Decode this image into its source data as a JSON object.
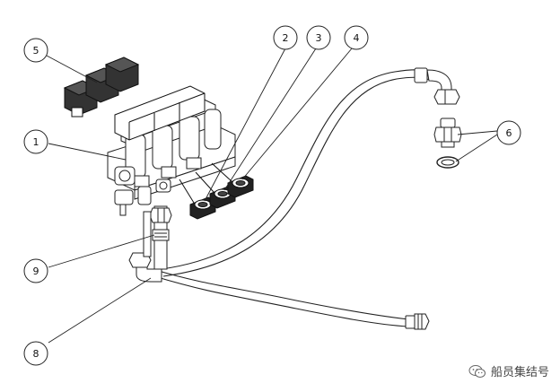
{
  "callouts": [
    {
      "id": "c5",
      "label": "5"
    },
    {
      "id": "c1",
      "label": "1"
    },
    {
      "id": "c2",
      "label": "2"
    },
    {
      "id": "c3",
      "label": "3"
    },
    {
      "id": "c4",
      "label": "4"
    },
    {
      "id": "c6",
      "label": "6"
    },
    {
      "id": "c9",
      "label": "9"
    },
    {
      "id": "c8",
      "label": "8"
    }
  ],
  "watermark": {
    "text": "船员集结号",
    "icon": "wechat-icon"
  }
}
